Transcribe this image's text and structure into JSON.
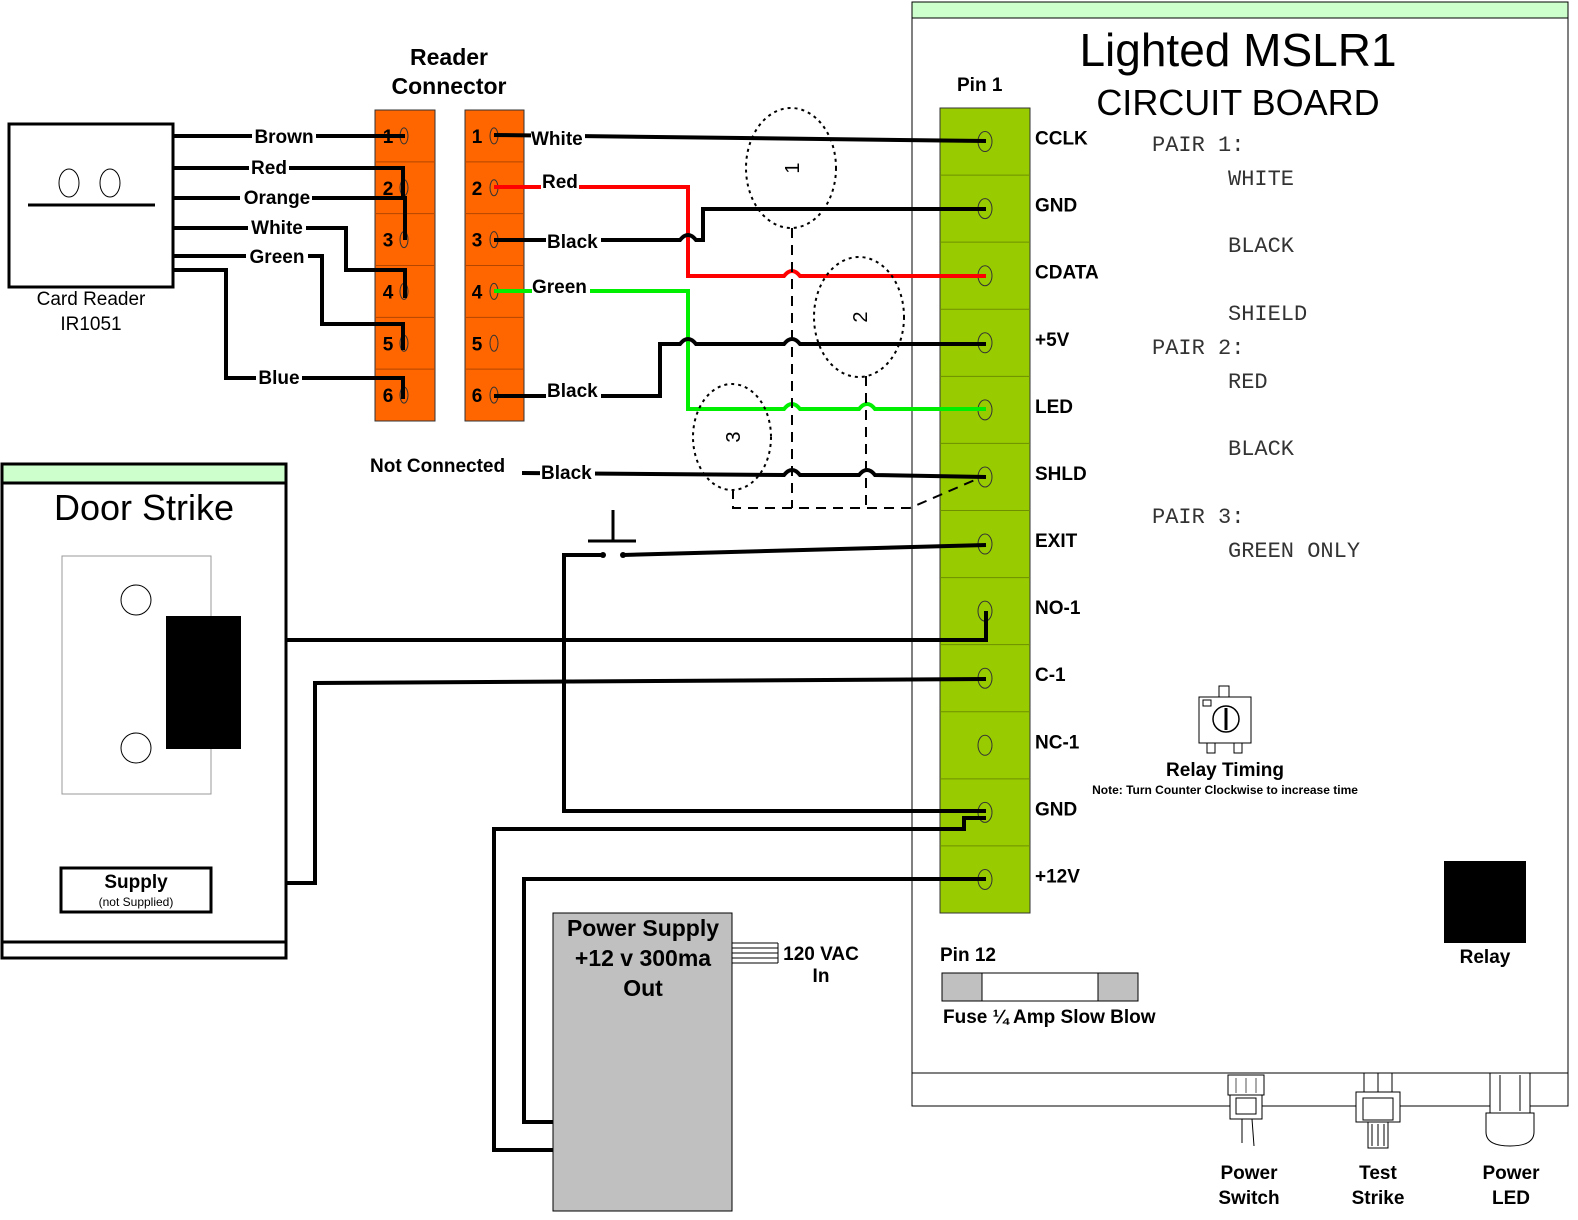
{
  "board": {
    "title_line1": "Lighted MSLR1",
    "title_line2": "CIRCUIT BOARD",
    "pin1_label": "Pin 1",
    "pin12_label": "Pin 12",
    "terminals": [
      "CCLK",
      "GND",
      "CDATA",
      "+5V",
      "LED",
      "SHLD",
      "EXIT",
      "NO-1",
      "C-1",
      "NC-1",
      "GND",
      "+12V"
    ],
    "pairs_note": [
      "PAIR 1:",
      "WHITE",
      "BLACK",
      "SHIELD",
      "PAIR 2:",
      "RED",
      "BLACK",
      "PAIR 3:",
      "GREEN ONLY"
    ],
    "relay_timing": "Relay Timing",
    "relay_note": "Note: Turn Counter Clockwise to increase time",
    "relay_label": "Relay",
    "fuse_label": "Fuse ¼ Amp Slow Blow",
    "bottom": {
      "power_switch_1": "Power",
      "power_switch_2": "Switch",
      "test_strike_1": "Test",
      "test_strike_2": "Strike",
      "power_led_1": "Power",
      "power_led_2": "LED"
    }
  },
  "card_reader": {
    "label_line1": "Card Reader",
    "label_line2": "IR1051",
    "wires": [
      "Brown",
      "Red",
      "Orange",
      "White",
      "Green",
      "Blue"
    ]
  },
  "reader_connector": {
    "title_line1": "Reader",
    "title_line2": "Connector",
    "left_pins": [
      "1",
      "2",
      "3",
      "4",
      "5",
      "6"
    ],
    "right_pins": [
      "1",
      "2",
      "3",
      "4",
      "5",
      "6"
    ],
    "right_wires": [
      "White",
      "Red",
      "Black",
      "Green",
      "Black"
    ],
    "not_connected": "Not Connected",
    "nc_wire": "Black"
  },
  "pair_markers": [
    "1",
    "2",
    "3"
  ],
  "door_strike": {
    "title": "Door Strike",
    "supply": "Supply",
    "supply_note": "(not Supplied)"
  },
  "power_supply": {
    "line1": "Power Supply",
    "line2": "+12 v 300ma",
    "line3": "Out",
    "ac_line1": "120 VAC",
    "ac_line2": "In"
  },
  "colors": {
    "terminal_green": "#99cc00",
    "connector_orange": "#ff6600",
    "header_green": "#ccffcc",
    "wire_red": "#ff0000",
    "wire_green": "#00ee00",
    "supply_gray": "#c0c0c0"
  }
}
